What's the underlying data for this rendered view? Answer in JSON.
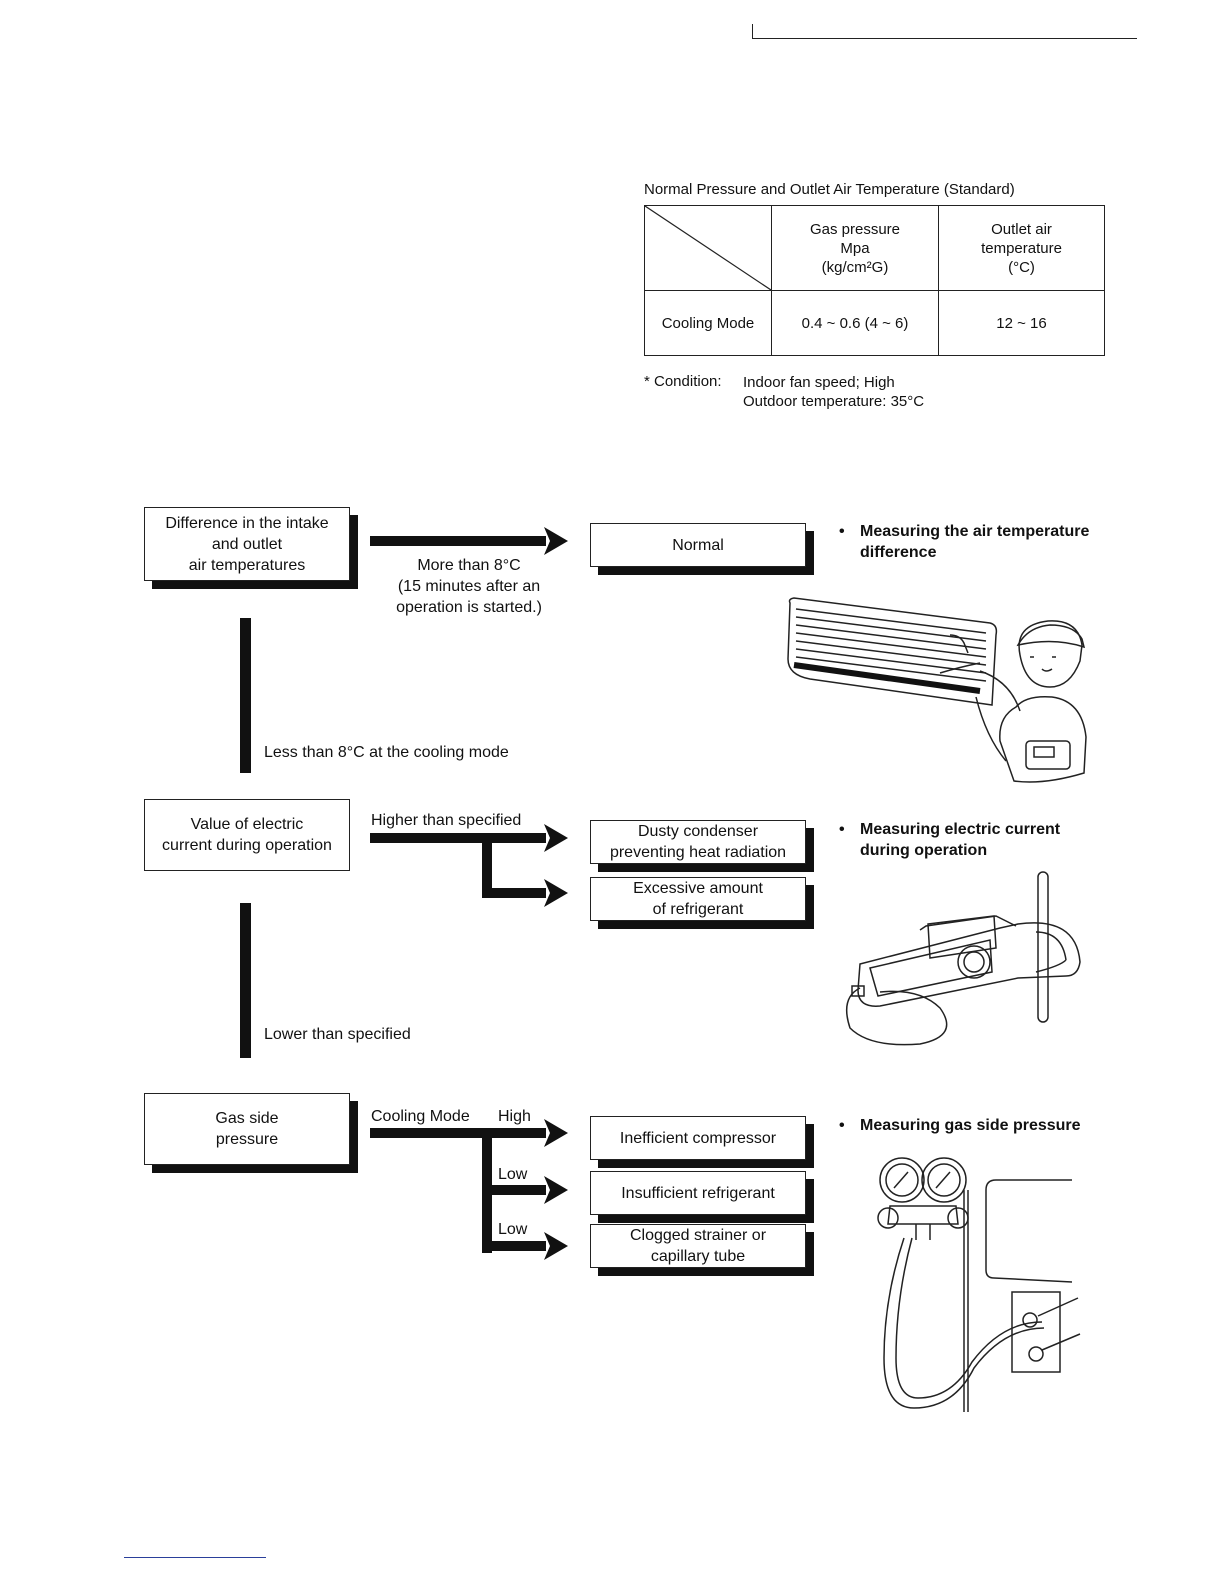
{
  "table": {
    "caption": "Normal Pressure and Outlet Air Temperature (Standard)",
    "col1_header": [
      "Gas pressure",
      "Mpa",
      "(kg/cm²G)"
    ],
    "col2_header": [
      "Outlet air",
      "temperature",
      "(°C)"
    ],
    "row_label": "Cooling Mode",
    "gas_pressure": "0.4 ~ 0.6 (4 ~ 6)",
    "outlet_temp": "12 ~ 16"
  },
  "condition": {
    "label": "* Condition:",
    "lines": [
      "Indoor fan speed; High",
      "Outdoor temperature: 35°C"
    ]
  },
  "flow": {
    "step1": {
      "box": [
        "Difference in the intake",
        "and outlet",
        "air temperatures"
      ],
      "arrow_label": [
        "More than 8°C",
        "(15 minutes after an",
        "operation is started.)"
      ],
      "result": "Normal",
      "down_label": "Less than 8°C at the cooling mode",
      "note": [
        "Measuring the air temperature",
        "difference"
      ]
    },
    "step2": {
      "box": [
        "Value of electric",
        "current during operation"
      ],
      "arrow_label": "Higher than specified",
      "results": [
        [
          "Dusty condenser",
          "preventing heat radiation"
        ],
        [
          "Excessive amount",
          "of refrigerant"
        ]
      ],
      "down_label": "Lower than specified",
      "note": [
        "Measuring electric current",
        "during operation"
      ]
    },
    "step3": {
      "box": [
        "Gas side",
        "pressure"
      ],
      "arrow_label": "Cooling Mode",
      "branch_labels": [
        "High",
        "Low",
        "Low"
      ],
      "results": [
        [
          "Inefficient compressor"
        ],
        [
          "Insufficient refrigerant"
        ],
        [
          "Clogged strainer or",
          "capillary tube"
        ]
      ],
      "note": [
        "Measuring gas side pressure"
      ]
    }
  }
}
